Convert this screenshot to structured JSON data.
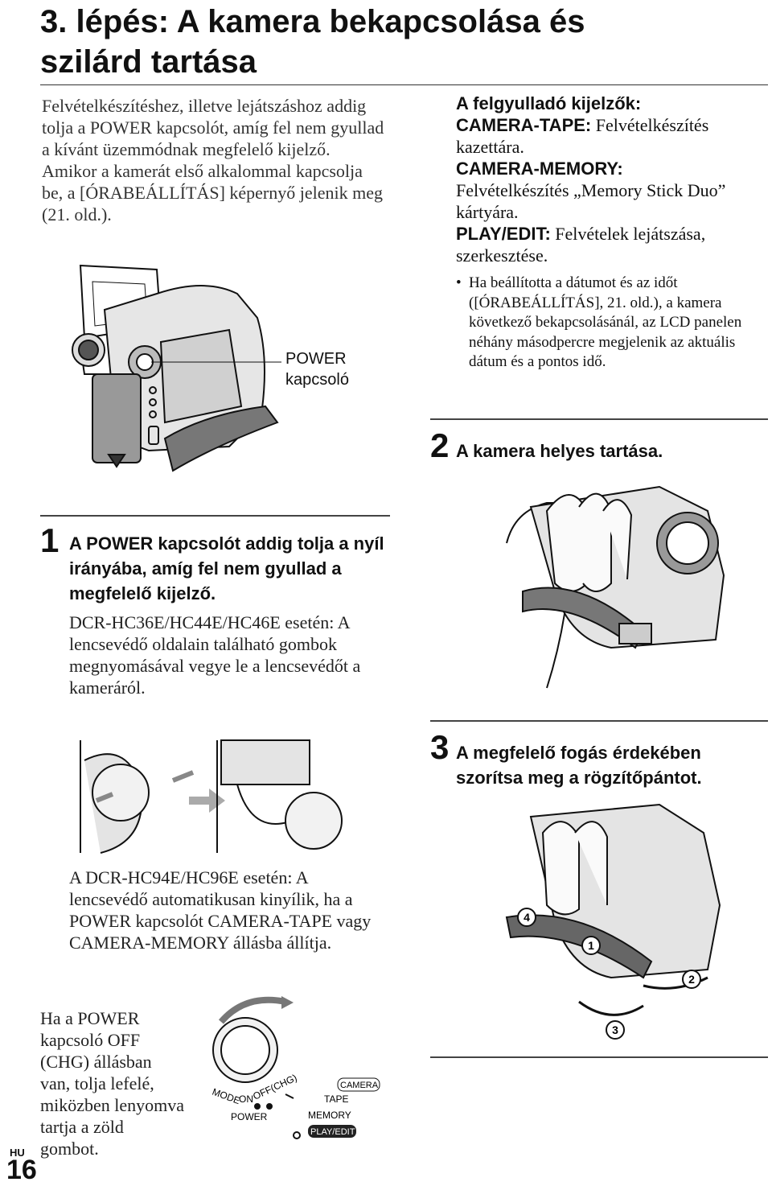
{
  "page": {
    "title_line1": "3. lépés: A kamera bekapcsolása és",
    "title_line2": "szilárd tartása",
    "intro_p1": "Felvételkészítéshez, illetve lejátszáshoz addig tolja a POWER kapcsolót, amíg fel nem gyullad a kívánt üzemmódnak megfelelő kijelző.",
    "intro_p2": "Amikor a kamerát első alkalommal kapcsolja be, a [ÓRABEÁLLÍTÁS] képernyő jelenik meg (21. old.).",
    "power_label_line1": "POWER",
    "power_label_line2": "kapcsoló",
    "indicators_heading": "A felgyulladó kijelzők:",
    "camera_tape_label": "CAMERA-TAPE:",
    "camera_tape_text": " Felvételkészítés kazettára.",
    "camera_memory_label": "CAMERA-MEMORY:",
    "camera_memory_text": "Felvételkészítés „Memory Stick Duo” kártyára.",
    "play_edit_label": "PLAY/EDIT:",
    "play_edit_text": " Felvételek lejátszása, szerkesztése.",
    "bullet_dot": "•",
    "bullet_text": "Ha beállította a dátumot és az időt ([ÓRABEÁLLÍTÁS], 21. old.), a kamera következő bekapcsolásánál, az LCD panelen néhány másodpercre megjelenik az aktuális dátum és a pontos idő.",
    "step1_num": "1",
    "step1_heading": "A POWER kapcsolót addig tolja a nyíl irányába, amíg fel nem gyullad a megfelelő kijelző.",
    "step1_body": "DCR-HC36E/HC44E/HC46E esetén: A lencsevédő oldalain található gombok megnyomásával vegye le a lencsevédőt a kameráról.",
    "step1_body2": "A DCR-HC94E/HC96E esetén: A lencsevédő automatikusan kinyílik, ha a POWER kapcsolót CAMERA-TAPE vagy CAMERA-MEMORY állásba állítja.",
    "step1_body3": "Ha a POWER kapcsoló OFF (CHG) állásban van, tolja lefelé, miközben lenyomva tartja a zöld gombot.",
    "step2_num": "2",
    "step2_heading": "A kamera helyes tartása.",
    "step3_num": "3",
    "step3_heading": "A megfelelő fogás érdekében szorítsa meg a rögzítőpántot.",
    "dial": {
      "mode": "MODE",
      "on": "ON",
      "off": "OFF(CHG)",
      "power": "POWER",
      "camera": "CAMERA",
      "tape": "TAPE",
      "memory": "MEMORY",
      "play_edit": "PLAY/EDIT"
    },
    "strap_steps": [
      "4",
      "1",
      "2",
      "3"
    ],
    "region": "HU",
    "page_number": "16"
  }
}
